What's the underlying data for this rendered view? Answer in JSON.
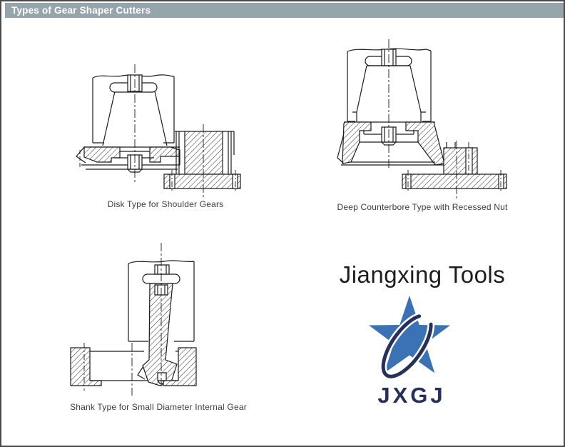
{
  "header": {
    "title": "Types of Gear Shaper Cutters",
    "bg_color": "#96a4ab",
    "text_color": "#ffffff"
  },
  "figures": [
    {
      "id": "disk-type",
      "caption": "Disk Type for Shoulder Gears"
    },
    {
      "id": "deep-counterbore-type",
      "caption": "Deep Counterbore Type with Recessed Nut"
    },
    {
      "id": "shank-type",
      "caption": "Shank Type for Small Diameter Internal Gear"
    }
  ],
  "brand": {
    "name": "Jiangxing Tools",
    "logo_text": "JXGJ",
    "star_color": "#3b72b5",
    "swoosh_color": "#272f5d",
    "logo_text_color": "#272f5d"
  },
  "page": {
    "background": "#ffffff",
    "border_color": "#4a4a4a",
    "drawing_line_color": "#1c1c1c"
  }
}
